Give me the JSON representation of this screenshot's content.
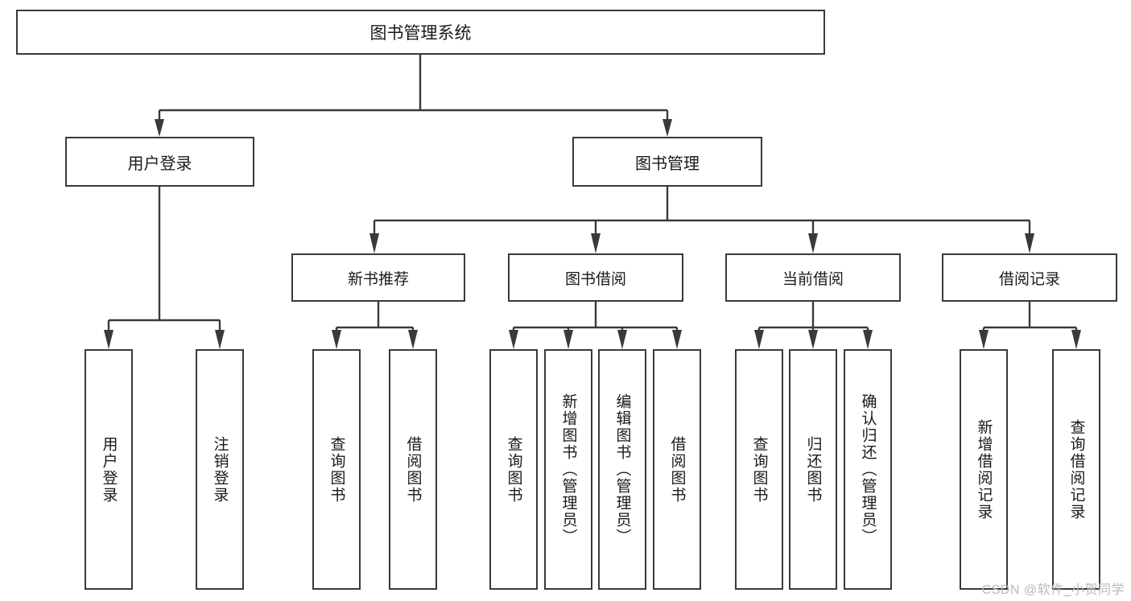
{
  "diagram": {
    "title": "图书管理系统",
    "type": "tree-hierarchy-chart",
    "orientation": "top-down",
    "colors": {
      "box_border": "#3a3a3a",
      "box_fill": "#ffffff",
      "connector": "#3a3a3a",
      "text": "#1a1a1a",
      "watermark": "#b9b9b9"
    },
    "root": {
      "label": "图书管理系统"
    },
    "level1": [
      {
        "id": "user-login",
        "label": "用户登录"
      },
      {
        "id": "book-management",
        "label": "图书管理"
      }
    ],
    "level2": [
      {
        "id": "new-book-recommend",
        "label": "新书推荐",
        "parent": "book-management"
      },
      {
        "id": "book-borrow",
        "label": "图书借阅",
        "parent": "book-management"
      },
      {
        "id": "current-borrow",
        "label": "当前借阅",
        "parent": "book-management"
      },
      {
        "id": "borrow-record",
        "label": "借阅记录",
        "parent": "book-management"
      }
    ],
    "leaves": {
      "user_login": [
        {
          "id": "leaf-user-login",
          "label": "用户登录"
        },
        {
          "id": "leaf-logout-login",
          "label": "注销登录"
        }
      ],
      "new_book_recommend": [
        {
          "id": "leaf-query-book-1",
          "label": "查询图书"
        },
        {
          "id": "leaf-borrow-book-1",
          "label": "借阅图书"
        }
      ],
      "book_borrow": [
        {
          "id": "leaf-query-book-2",
          "label": "查询图书"
        },
        {
          "id": "leaf-add-book",
          "label": "新增图书（管理员）"
        },
        {
          "id": "leaf-edit-book",
          "label": "编辑图书（管理员）"
        },
        {
          "id": "leaf-borrow-book-2",
          "label": "借阅图书"
        }
      ],
      "current_borrow": [
        {
          "id": "leaf-query-book-3",
          "label": "查询图书"
        },
        {
          "id": "leaf-return-book",
          "label": "归还图书"
        },
        {
          "id": "leaf-confirm-return",
          "label": "确认归还（管理员）"
        }
      ],
      "borrow_record": [
        {
          "id": "leaf-add-borrow-record",
          "label": "新增借阅记录"
        },
        {
          "id": "leaf-query-borrow-record",
          "label": "查询借阅记录"
        }
      ]
    }
  },
  "watermark": {
    "text": "CSDN @软件_小贺同学"
  }
}
